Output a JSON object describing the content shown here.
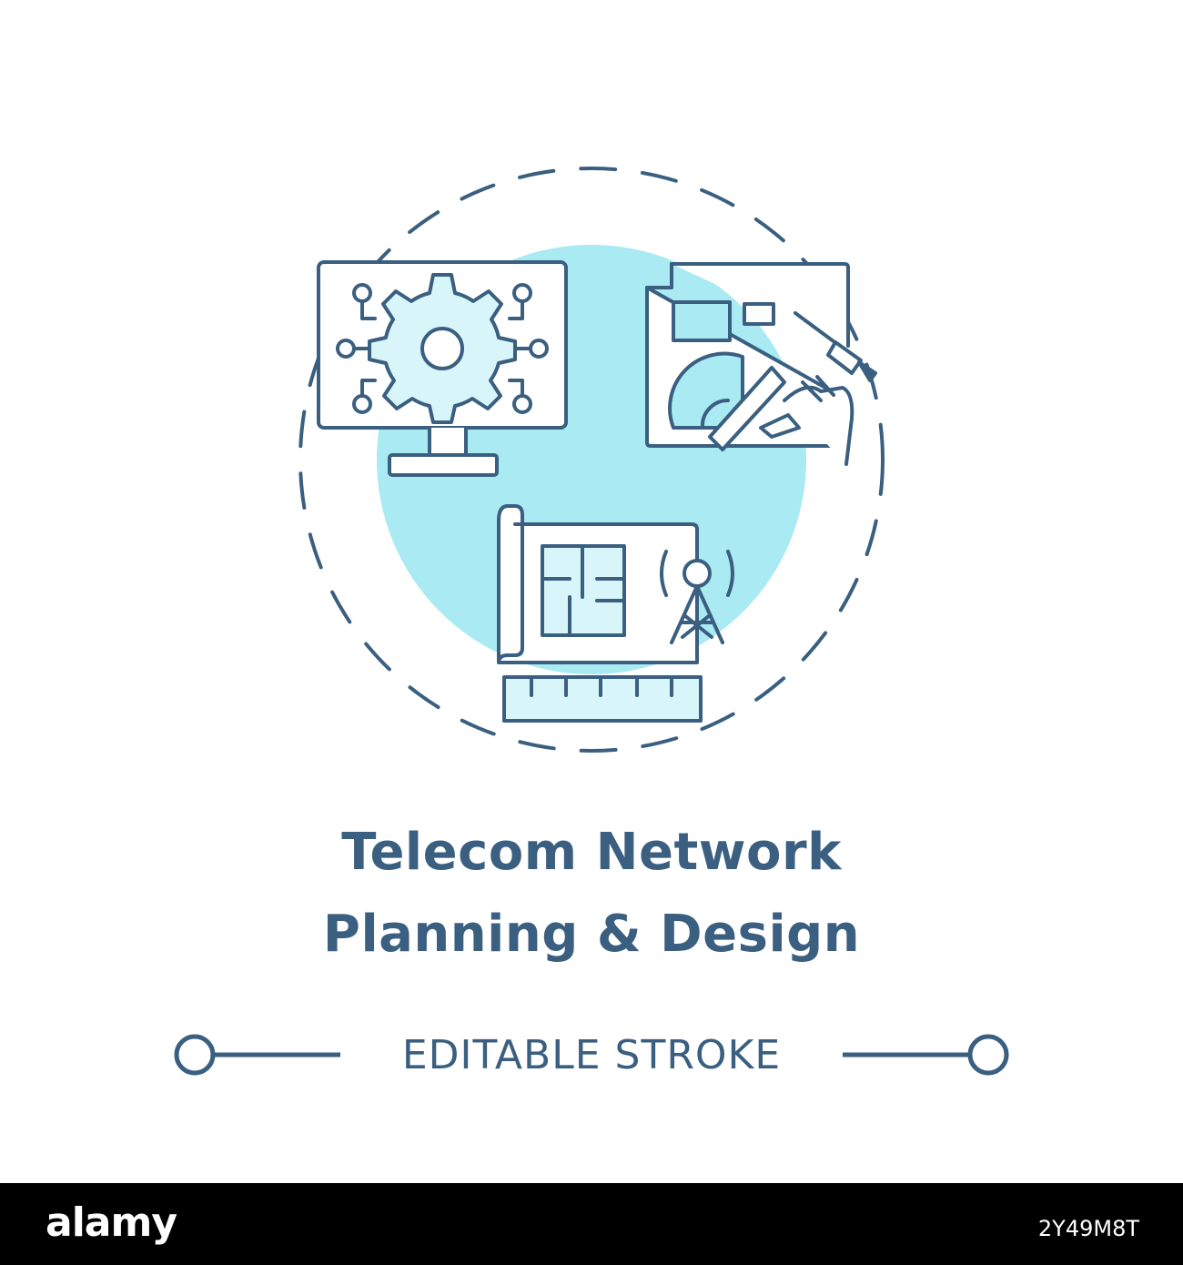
{
  "title_line_1": "Telecom Network",
  "title_line_2": "Planning & Design",
  "subtitle": "EDITABLE STROKE",
  "footer": {
    "brand": "alamy",
    "image_id": "2Y49M8T"
  },
  "colors": {
    "stroke": "#3a5f80",
    "accent_fill": "#a9eaf3",
    "light_fill": "#d8f6fa",
    "footer_bg": "#000000"
  },
  "icons": [
    "monitor-gear-icon",
    "drawing-tools-icon",
    "blueprint-tower-icon"
  ]
}
